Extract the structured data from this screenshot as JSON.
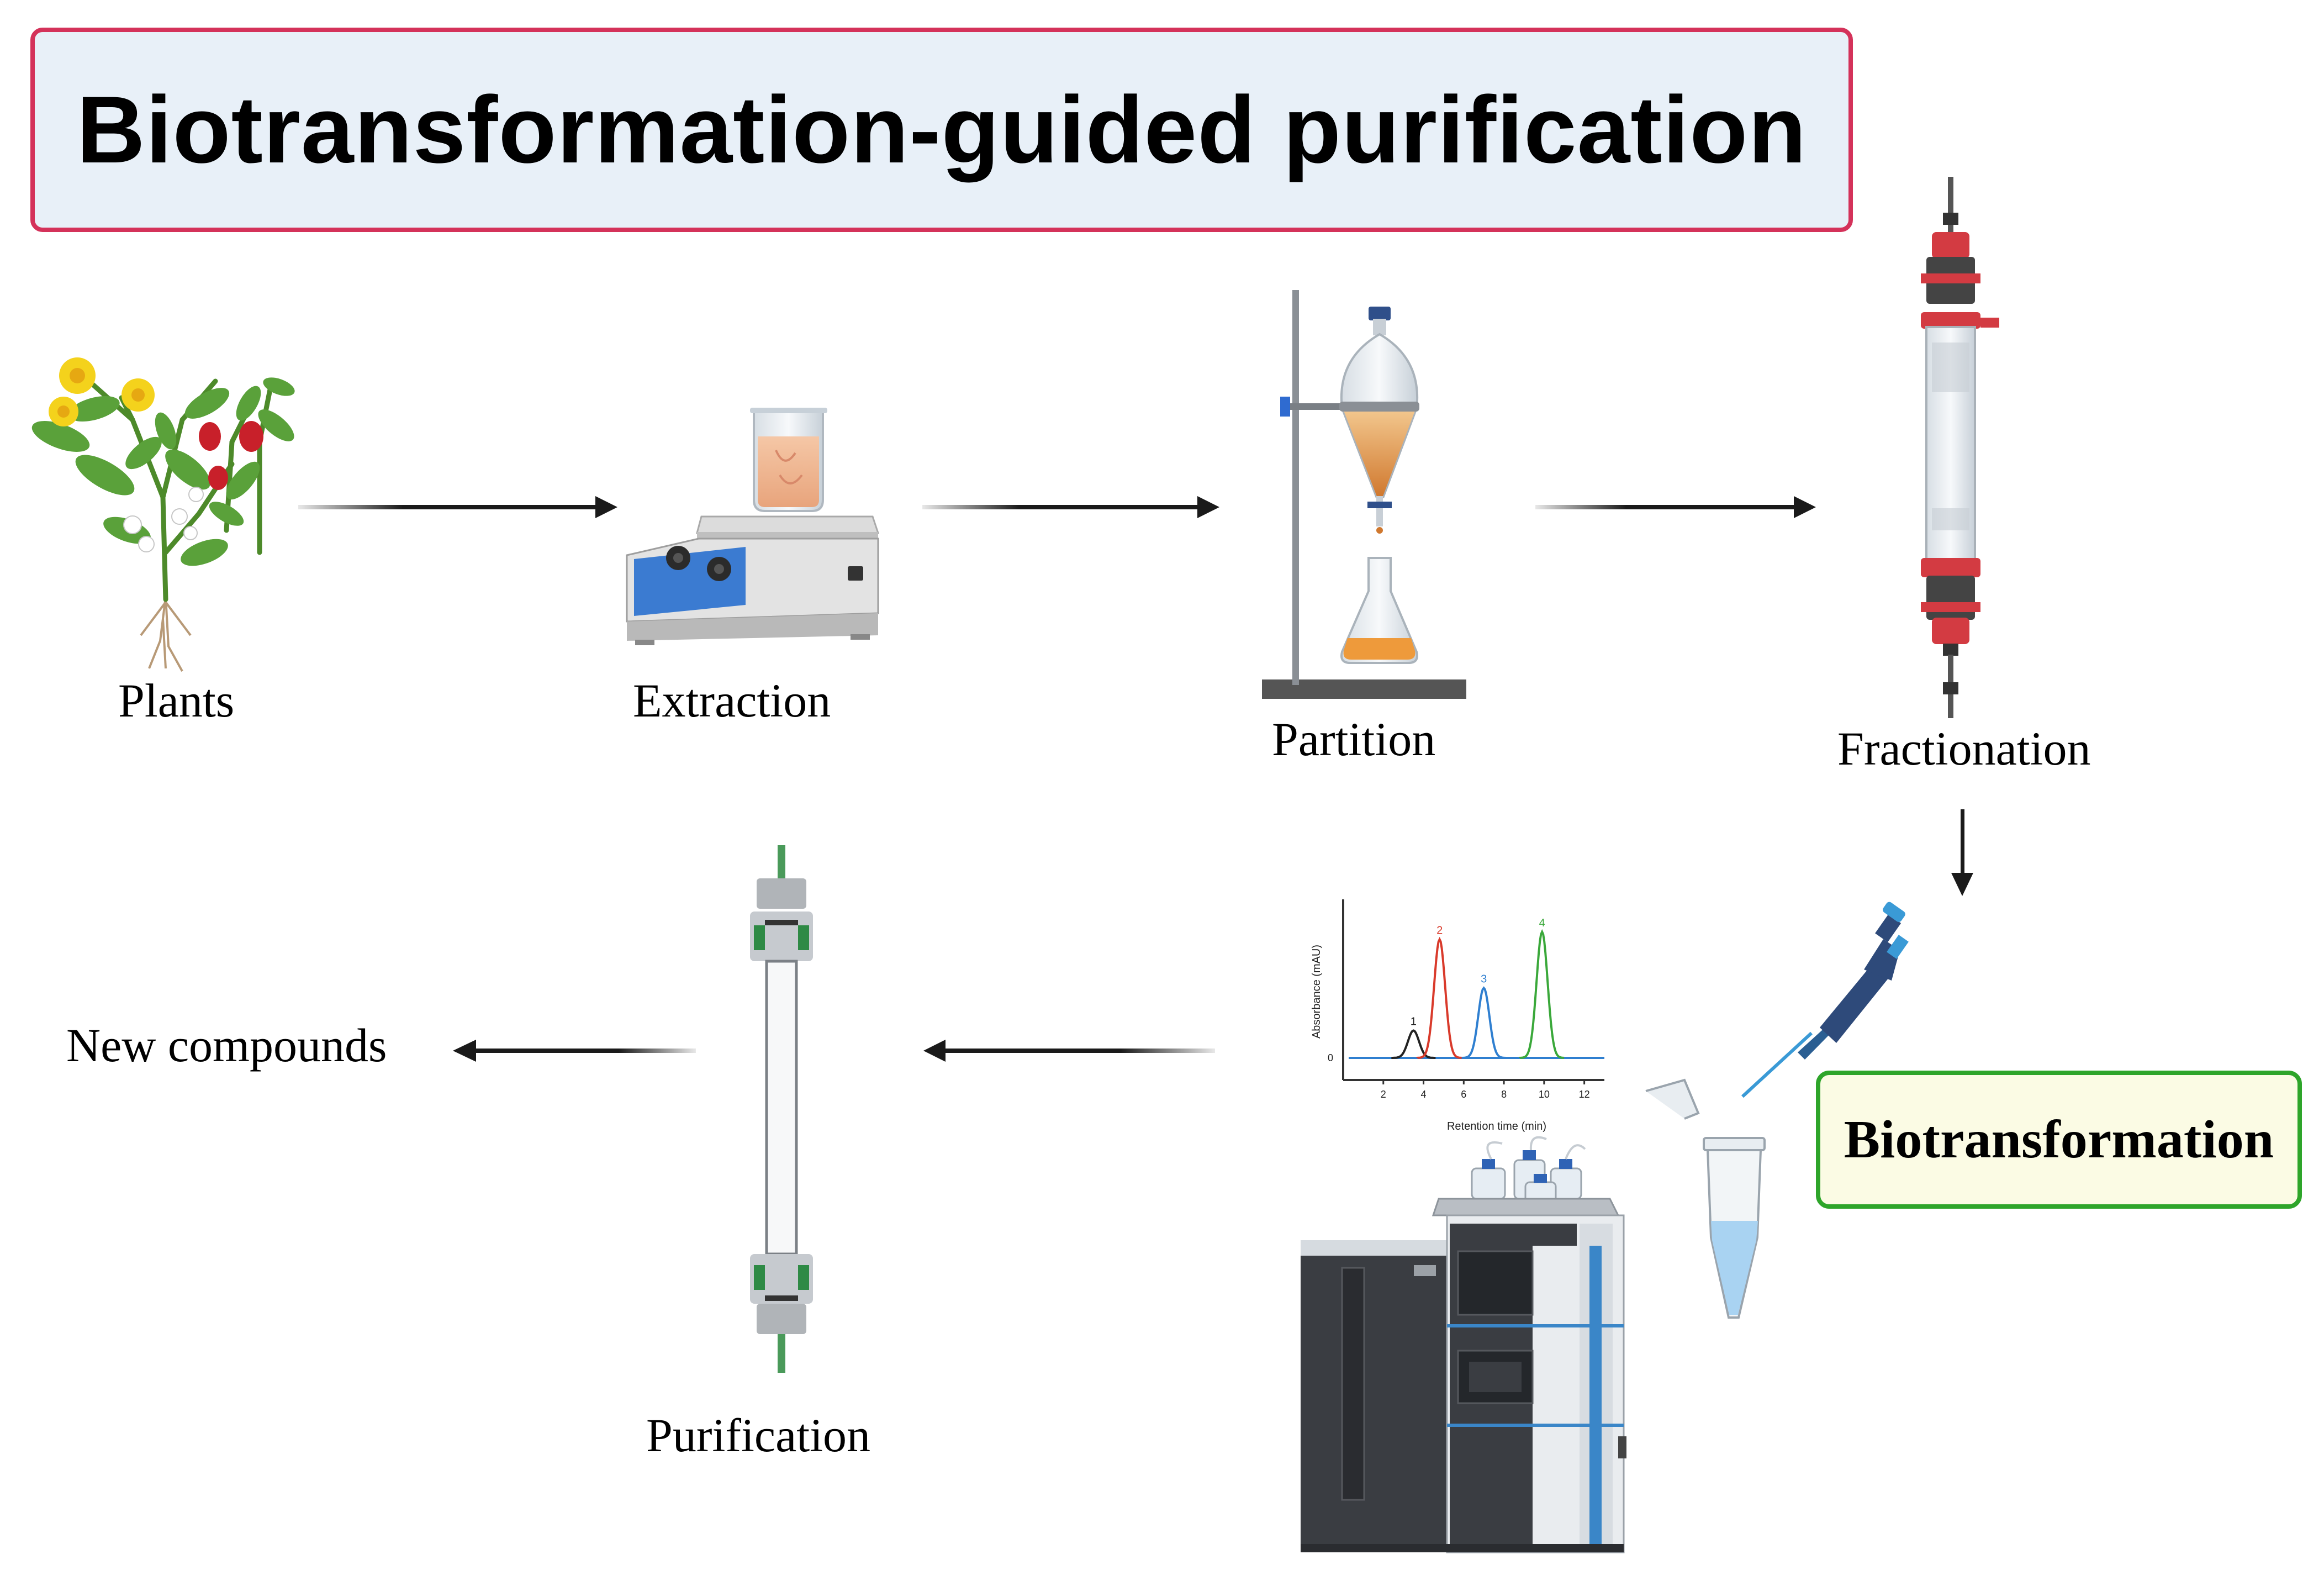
{
  "title": "Biotransformation-guided purification",
  "steps": {
    "plants": "Plants",
    "extraction": "Extraction",
    "partition": "Partition",
    "fractionation": "Fractionation",
    "biotransformation": "Biotransformation",
    "purification": "Purification",
    "new_compounds": "New compounds"
  },
  "chromatogram": {
    "ylabel": "Absorbance (mAU)",
    "xlabel": "Retention time (min)",
    "y_tick": "0",
    "x_ticks": [
      "2",
      "4",
      "6",
      "8",
      "10",
      "12"
    ],
    "peaks": [
      {
        "label": "1",
        "time": 3.5,
        "height": 0.18,
        "color": "#222222"
      },
      {
        "label": "2",
        "time": 4.8,
        "height": 0.78,
        "color": "#d93a2b"
      },
      {
        "label": "3",
        "time": 7.0,
        "height": 0.46,
        "color": "#2f7fd0"
      },
      {
        "label": "4",
        "time": 9.9,
        "height": 0.83,
        "color": "#3aa83a"
      }
    ]
  },
  "colors": {
    "title_border": "#d4325a",
    "title_fill": "#e8f0f8",
    "bio_border": "#2ea52a",
    "bio_fill": "#fbfbe4",
    "arrow": "#1a1a1a"
  },
  "icons": [
    "plant-icon",
    "hotplate-stirrer-icon",
    "separatory-funnel-icon",
    "chromatography-column-icon",
    "pipette-icon",
    "microtube-icon",
    "hplc-instrument-icon",
    "prep-column-icon"
  ]
}
